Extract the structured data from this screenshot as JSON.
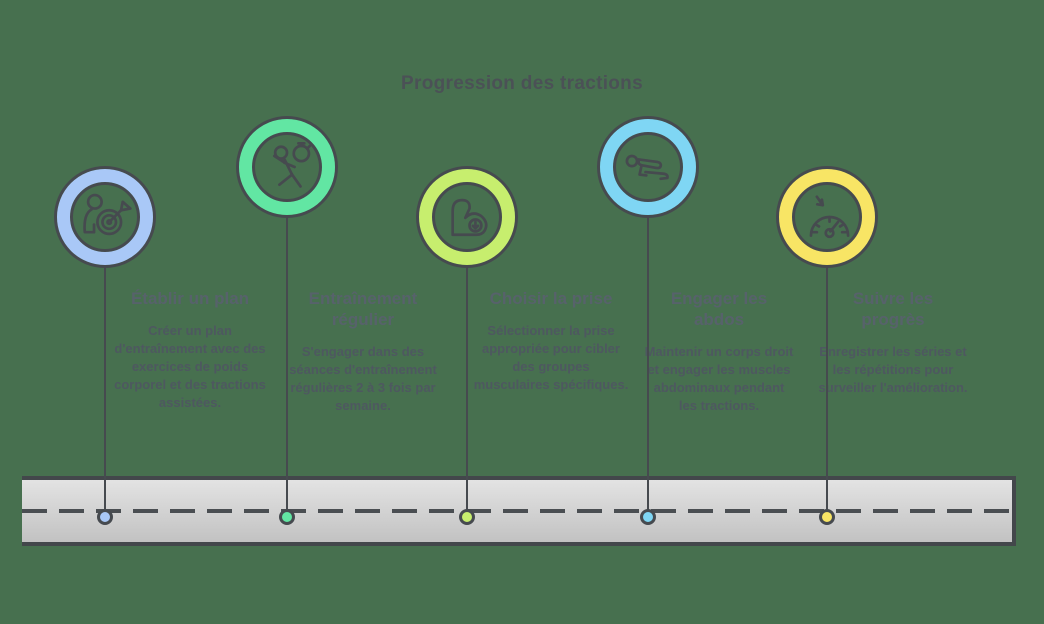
{
  "title": "Progression des tractions",
  "colors": {
    "background": "#47704f",
    "outline": "#464a4f",
    "title_text": "#4b5156",
    "heading_text": "#57626b",
    "body_text": "#4e5860",
    "road_fill_top": "#e3e3e3",
    "road_fill_bottom": "#c2c2c2"
  },
  "milestones": [
    {
      "heading": "Établir un plan",
      "body": "Créer un plan d'entraînement avec des exercices de poids corporel et des tractions assistées.",
      "color": "#a9c8f7",
      "icon": "person-target-goal-icon"
    },
    {
      "heading": "Entraînement régulier",
      "body": "S'engager dans des séances d'entraînement régulières 2 à 3 fois par semaine.",
      "color": "#62e6a3",
      "icon": "runner-stopwatch-icon"
    },
    {
      "heading": "Choisir la prise",
      "body": "Sélectionner la prise appropriée pour cibler des groupes musculaires spécifiques.",
      "color": "#c7ee6e",
      "icon": "bicep-grip-icon"
    },
    {
      "heading": "Engager les abdos",
      "body": "Maintenir un corps droit et engager les muscles abdominaux pendant les tractions.",
      "color": "#7fd6f4",
      "icon": "plank-abs-icon"
    },
    {
      "heading": "Suivre les progrès",
      "body": "Enregistrer les séries et les répétitions pour surveiller l'amélioration.",
      "color": "#f8e565",
      "icon": "gauge-progress-icon"
    }
  ]
}
